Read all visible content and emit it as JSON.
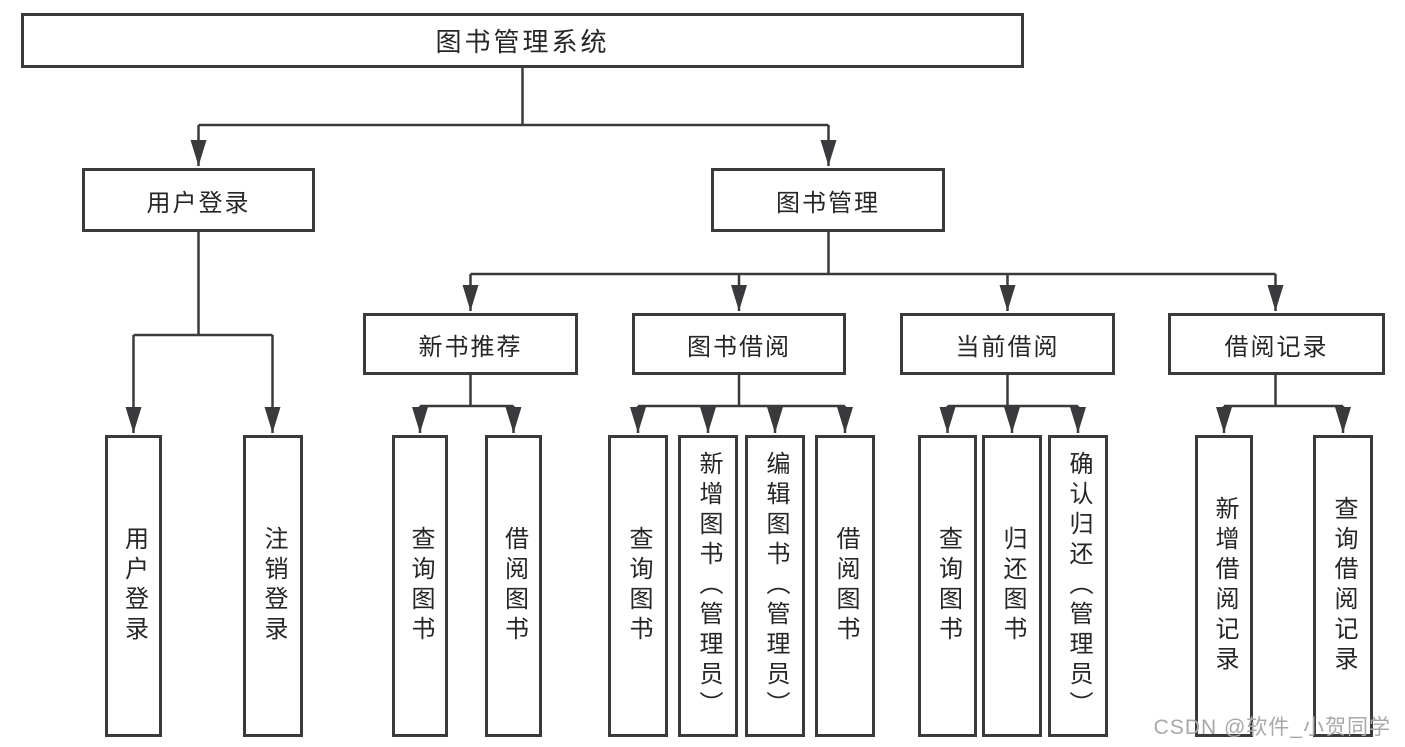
{
  "diagram": {
    "title": "图书管理系统",
    "level2": [
      {
        "label": "用户登录"
      },
      {
        "label": "图书管理"
      }
    ],
    "level3": [
      {
        "label": "新书推荐",
        "parent": "图书管理"
      },
      {
        "label": "图书借阅",
        "parent": "图书管理"
      },
      {
        "label": "当前借阅",
        "parent": "图书管理"
      },
      {
        "label": "借阅记录",
        "parent": "图书管理"
      }
    ],
    "leaves": [
      {
        "label": "用户登录",
        "parent": "用户登录"
      },
      {
        "label": "注销登录",
        "parent": "用户登录"
      },
      {
        "label": "查询图书",
        "parent": "新书推荐"
      },
      {
        "label": "借阅图书",
        "parent": "新书推荐"
      },
      {
        "label": "查询图书",
        "parent": "图书借阅"
      },
      {
        "label": "新增图书（管理员）",
        "parent": "图书借阅"
      },
      {
        "label": "编辑图书（管理员）",
        "parent": "图书借阅"
      },
      {
        "label": "借阅图书",
        "parent": "图书借阅"
      },
      {
        "label": "查询图书",
        "parent": "当前借阅"
      },
      {
        "label": "归还图书",
        "parent": "当前借阅"
      },
      {
        "label": "确认归还（管理员）",
        "parent": "当前借阅"
      },
      {
        "label": "新增借阅记录",
        "parent": "借阅记录"
      },
      {
        "label": "查询借阅记录",
        "parent": "借阅记录"
      }
    ]
  },
  "watermark": {
    "text": "CSDN @软件_小贺同学"
  },
  "colors": {
    "line": "#3a3a3c",
    "text": "#262626",
    "watermark": "#a8a8a8",
    "background": "#ffffff"
  }
}
